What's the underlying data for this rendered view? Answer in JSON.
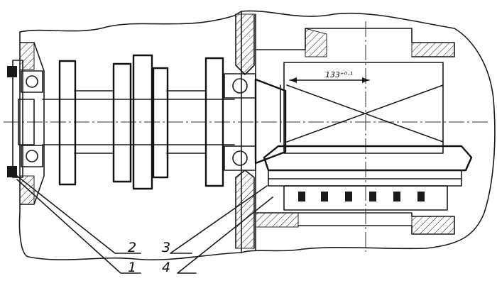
{
  "diagram": {
    "callouts": [
      {
        "id": "1",
        "label": "1"
      },
      {
        "id": "2",
        "label": "2"
      },
      {
        "id": "3",
        "label": "3"
      },
      {
        "id": "4",
        "label": "4"
      }
    ],
    "dimension_label": "133⁺⁰·¹",
    "colors": {
      "ink": "#1a1a1a",
      "paper": "#ffffff"
    }
  }
}
